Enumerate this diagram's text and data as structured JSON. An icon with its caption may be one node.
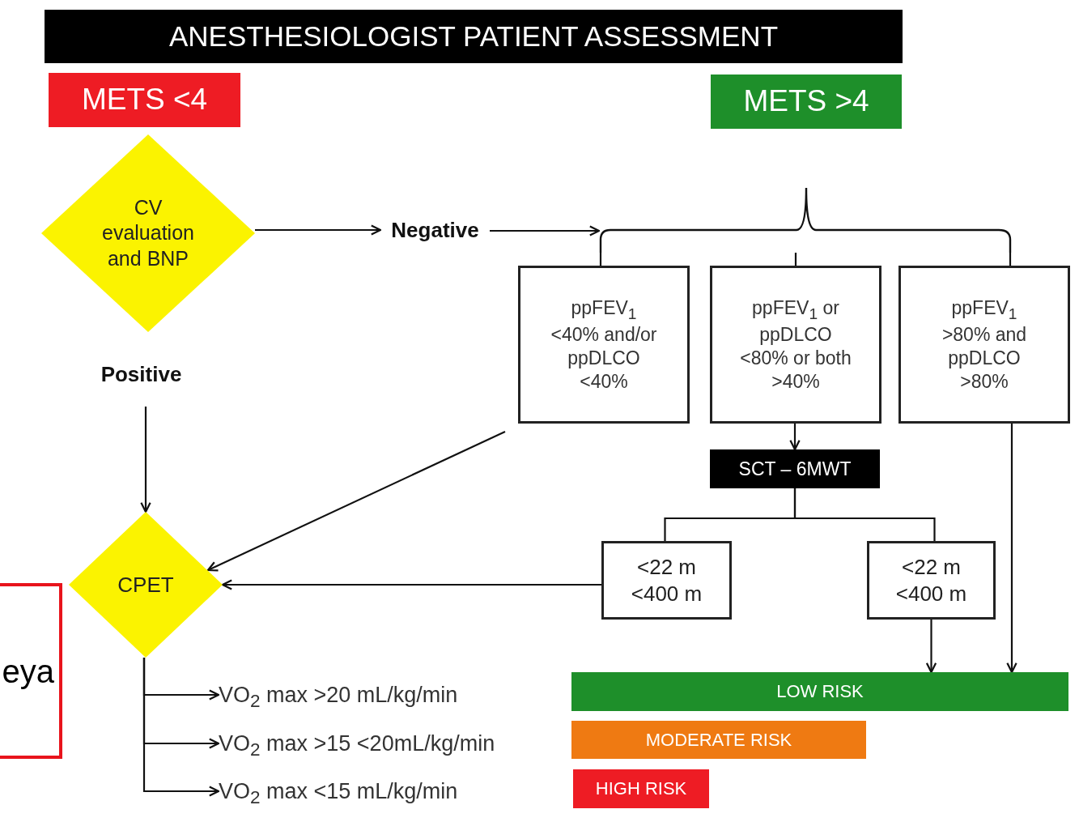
{
  "diagram": {
    "title": "ANESTHESIOLOGIST PATIENT ASSESSMENT",
    "nodes": [
      {
        "text": [
          "METS <4"
        ]
      },
      {
        "text": [
          "METS >4"
        ]
      },
      {
        "text": [
          "CV evaluation and BNP"
        ]
      },
      {
        "text": [
          "Negative"
        ]
      },
      {
        "text": [
          "ppFEV$_{1}$ <40% and/or ppDLCO <40%"
        ]
      },
      {
        "text": [
          "ppFEV$_{1}$ or ppDLCO <80% or both >40%"
        ]
      },
      {
        "text": [
          "ppFEV$_{1}$ >80% and ppDLCO >80%"
        ]
      },
      {
        "text": [
          "Positive"
        ]
      },
      {
        "text": [
          "SCT – 6MWT"
        ]
      },
      {
        "text": [
          "<22 m <400 m"
        ]
      },
      {
        "text": [
          "<22 m <400 m"
        ]
      },
      {
        "text": [
          "CPET"
        ]
      },
      {
        "text": [
          "VO$_{2}$ max >20 mL/kg/min"
        ]
      },
      {
        "text": [
          "VO$_{2}$ max >15 <20mL/kg/min"
        ]
      },
      {
        "text": [
          "VO$_{2}$ max <15 mL/kg/min"
        ]
      },
      {
        "text": [
          "LOW RISK"
        ]
      },
      {
        "text": [
          "MODERATE RISK"
        ]
      },
      {
        "text": [
          "HIGH RISK"
        ]
      },
      {
        "text": [
          "eya"
        ]
      },
      {
        "text": [],
        "shape": "brace"
      }
    ],
    "edges": [
      {
        "from": 2,
        "to": 3,
        "arrow": "to"
      },
      {
        "from": 3,
        "to": 19,
        "arrow": "to"
      },
      {
        "from": 19,
        "to": 4,
        "arrow": "none"
      },
      {
        "from": 19,
        "to": 5,
        "arrow": "none"
      },
      {
        "from": 7,
        "to": 11,
        "arrow": "to"
      },
      {
        "from": 4,
        "to": 11,
        "arrow": "to"
      },
      {
        "from": 5,
        "to": 8,
        "arrow": "to"
      },
      {
        "from": 8,
        "to": 9,
        "arrow": "none"
      },
      {
        "from": 8,
        "to": 10,
        "arrow": "none"
      },
      {
        "from": 9,
        "to": 11,
        "arrow": "to"
      },
      {
        "from": 10,
        "to": 15,
        "arrow": "to"
      },
      {
        "from": 6,
        "to": 15,
        "arrow": "to"
      },
      {
        "from": 11,
        "to": 12,
        "arrow": "to"
      },
      {
        "from": 11,
        "to": 13,
        "arrow": "to"
      },
      {
        "from": 11,
        "to": 14,
        "arrow": "to"
      },
      {
        "from": 19,
        "to": 6,
        "arrow": "none"
      }
    ]
  }
}
